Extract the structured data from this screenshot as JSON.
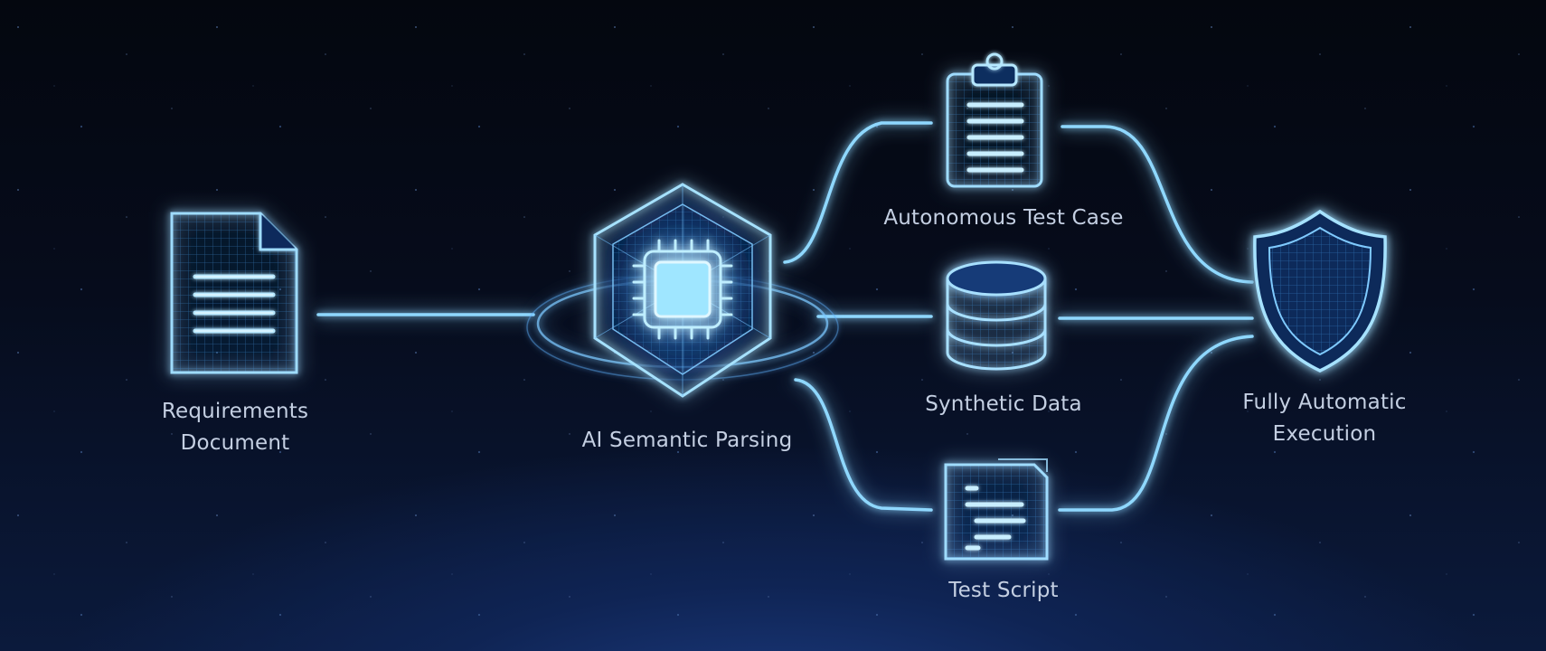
{
  "nodes": {
    "requirements": {
      "label_lines": [
        "Requirements",
        "Document"
      ],
      "icon": "document-icon"
    },
    "parsing": {
      "label": "AI Semantic Parsing",
      "icon": "ai-chip-icon"
    },
    "test_case": {
      "label": "Autonomous Test Case",
      "icon": "clipboard-icon"
    },
    "synthetic_data": {
      "label": "Synthetic Data",
      "icon": "database-icon"
    },
    "test_script": {
      "label": "Test Script",
      "icon": "code-file-icon"
    },
    "execution": {
      "label_lines": [
        "Fully Automatic",
        "Execution"
      ],
      "icon": "shield-icon"
    }
  },
  "colors": {
    "background": "#050a16",
    "glow": "#3fa9ff",
    "line": "#8fd8ff",
    "label_text": "#c4cfe2"
  }
}
